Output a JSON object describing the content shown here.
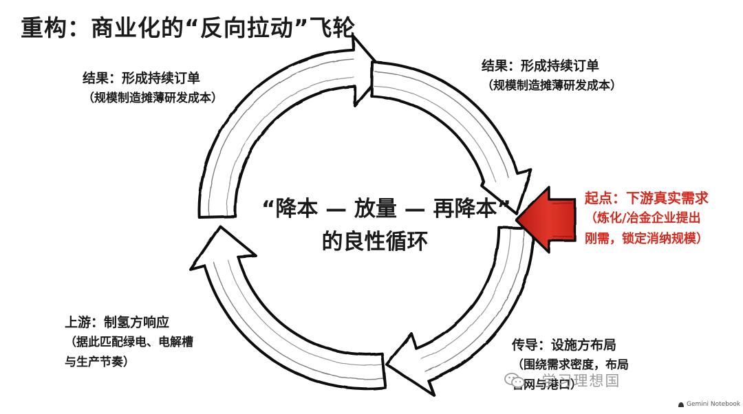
{
  "title": "重构：商业化的“反向拉动”飞轮",
  "center": {
    "line1": "“降本 — 放量 — 再降本”",
    "line2": "的良性循环"
  },
  "labels": {
    "top_left": {
      "heading": "结果：形成持续订单",
      "sub": "（规模制造摊薄研发成本）"
    },
    "top_right": {
      "heading": "结果：形成持续订单",
      "sub": "（规模制造摊薄研发成本）"
    },
    "start": {
      "heading": "起点：下游真实需求",
      "sub1": "（炼化/冶金企业提出",
      "sub2": "刚需，锁定消纳规模）"
    },
    "bottom_left": {
      "heading": "上游：制氢方响应",
      "sub1": "（据此匹配绿电、电解槽",
      "sub2": "与生产节奏）"
    },
    "bottom_right": {
      "heading": "传导：设施方布局",
      "sub1": "（围绕需求密度，布局",
      "sub2": "管网与港口）"
    }
  },
  "watermark": {
    "text": "· 学习理想国",
    "icon": "wechat-icon"
  },
  "footer": {
    "text": "Gemini Notebook",
    "icon": "gemini-icon"
  },
  "colors": {
    "start_accent": "#d42a1e",
    "arrow_fill": "#ffffff",
    "outline": "#111111",
    "watermark": "#9a9a9a"
  }
}
